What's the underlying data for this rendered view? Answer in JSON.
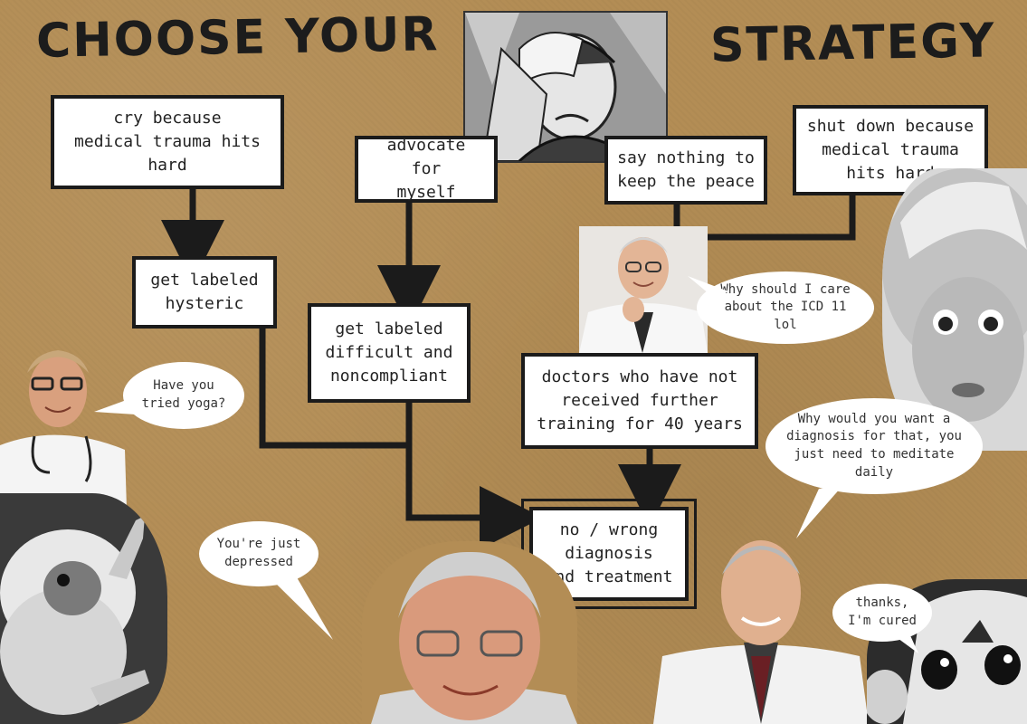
{
  "title": {
    "left": "CHOOSE YOUR",
    "right": "STRATEGY"
  },
  "boxes": {
    "cry": "cry because\nmedical trauma hits\nhard",
    "advocate": "advocate for\nmyself",
    "say_nothing": "say nothing to\nkeep the peace",
    "shut_down": "shut down because\nmedical trauma\nhits hard",
    "hysteric": "get labeled\nhysteric",
    "difficult": "get labeled\ndifficult and\nnoncompliant",
    "doctors": "doctors who have not\nreceived further\ntraining for 40 years",
    "diagnosis": "no / wrong\ndiagnosis\nand treatment"
  },
  "bubbles": {
    "yoga": "Have you\ntried yoga?",
    "icd": "Why should I care\nabout the ICD 11 lol",
    "meditate": "Why would you want a\ndiagnosis for that, you\njust need to meditate\ndaily",
    "depressed": "You're just\ndepressed",
    "cured": "thanks,\nI'm cured"
  },
  "colors": {
    "paper": "#b38d55",
    "ink": "#1b1b1b",
    "box": "#ffffff"
  },
  "icons": [
    "comic-man-wiping-sweat-icon",
    "doctor-photo-icon",
    "doll-photo-icon",
    "monkey-photo-icon",
    "cat-photo-icon"
  ]
}
